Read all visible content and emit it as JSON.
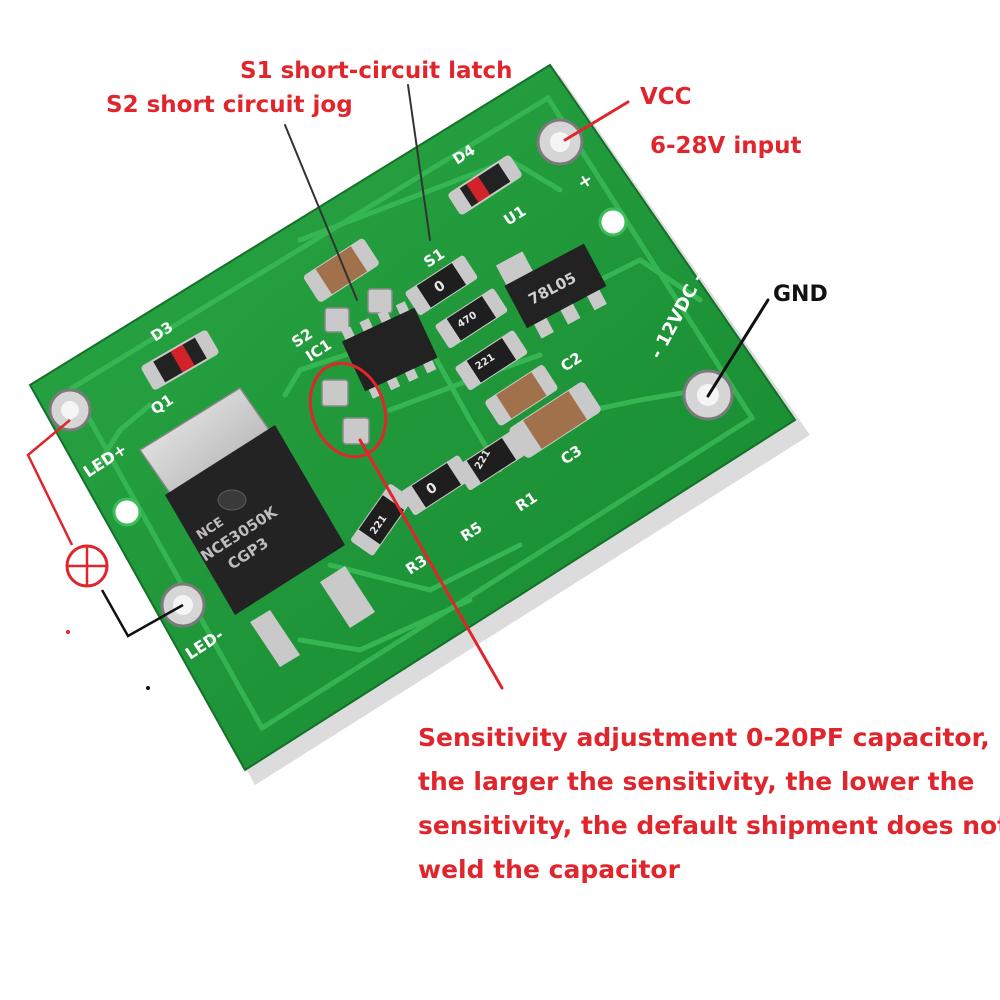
{
  "annotations": {
    "s1_label": "S1 short-circuit latch",
    "s2_label": "S2 short circuit jog",
    "vcc_label": "VCC",
    "vcc_input": "6-28V input",
    "gnd_label": "GND",
    "sensitivity_lines": [
      "Sensitivity adjustment 0-20PF capacitor,",
      "the larger the sensitivity, the lower the",
      "sensitivity, the default shipment does not",
      "weld the capacitor"
    ]
  },
  "board": {
    "silkscreen": {
      "d4": "D4",
      "u1": "U1",
      "s1": "S1",
      "s2": "S2",
      "ic1": "IC1",
      "d3": "D3",
      "q1": "Q1",
      "c2": "C2",
      "c3": "C3",
      "r1": "R1",
      "r3": "R3",
      "r5": "R5",
      "led_plus": "LED+",
      "led_minus": "LED-",
      "plus": "+",
      "voltage": "- 12VDC -"
    },
    "component_marks": {
      "regulator": "78L05",
      "mosfet_logo": "NCE",
      "mosfet_line1": "NCE3050K",
      "mosfet_line2": "CGP3",
      "resistor_zero": "0",
      "resistor_221": "221",
      "resistor_470": "470"
    }
  },
  "colors": {
    "annotation_red": "#e0252d",
    "annotation_black": "#111111",
    "pcb_green": "#1f9a3a",
    "trace_green": "#2fb04c",
    "pad_silver": "#c9c9c9",
    "ic_black": "#222222"
  }
}
